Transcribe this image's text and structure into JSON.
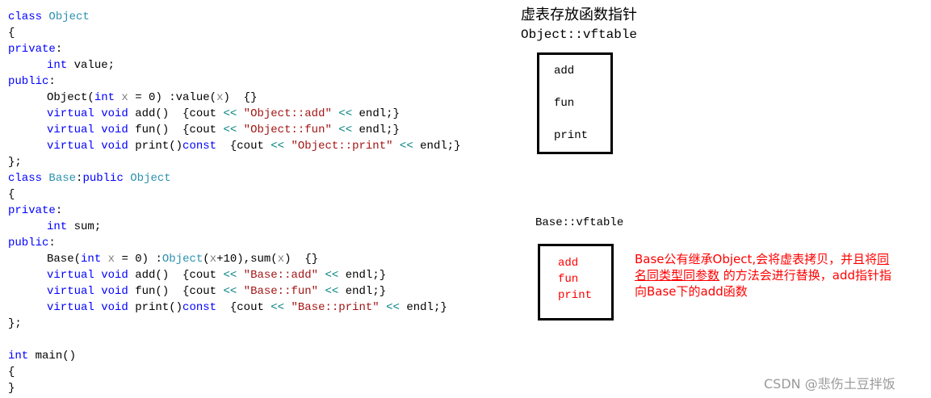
{
  "code_lines": [
    {
      "indent": false,
      "tokens": [
        [
          "kw",
          "class"
        ],
        [
          "ty",
          " Object"
        ]
      ]
    },
    {
      "indent": false,
      "tokens": [
        [
          "tx",
          "{"
        ]
      ]
    },
    {
      "indent": false,
      "tokens": [
        [
          "kw",
          "private"
        ],
        [
          "tx",
          ":"
        ]
      ]
    },
    {
      "indent": true,
      "tokens": [
        [
          "kw",
          "int"
        ],
        [
          "tx",
          " value;"
        ]
      ]
    },
    {
      "indent": false,
      "tokens": [
        [
          "kw",
          "public"
        ],
        [
          "tx",
          ":"
        ]
      ]
    },
    {
      "indent": true,
      "tokens": [
        [
          "tx",
          "Object("
        ],
        [
          "kw",
          "int"
        ],
        [
          "pm",
          " x"
        ],
        [
          "tx",
          " = 0) :value("
        ],
        [
          "pm",
          "x"
        ],
        [
          "tx",
          ")  {}"
        ]
      ]
    },
    {
      "indent": true,
      "tokens": [
        [
          "kw",
          "virtual"
        ],
        [
          "tx",
          " "
        ],
        [
          "kw",
          "void"
        ],
        [
          "tx",
          " add()  {cout "
        ],
        [
          "op",
          "<<"
        ],
        [
          "st",
          " \"Object::add\""
        ],
        [
          "op",
          " <<"
        ],
        [
          "tx",
          " endl;}"
        ]
      ]
    },
    {
      "indent": true,
      "tokens": [
        [
          "kw",
          "virtual"
        ],
        [
          "tx",
          " "
        ],
        [
          "kw",
          "void"
        ],
        [
          "tx",
          " fun()  {cout "
        ],
        [
          "op",
          "<<"
        ],
        [
          "st",
          " \"Object::fun\""
        ],
        [
          "op",
          " <<"
        ],
        [
          "tx",
          " endl;}"
        ]
      ]
    },
    {
      "indent": true,
      "tokens": [
        [
          "kw",
          "virtual"
        ],
        [
          "tx",
          " "
        ],
        [
          "kw",
          "void"
        ],
        [
          "tx",
          " print()"
        ],
        [
          "kw",
          "const"
        ],
        [
          "tx",
          "  {cout "
        ],
        [
          "op",
          "<<"
        ],
        [
          "st",
          " \"Object::print\""
        ],
        [
          "op",
          " <<"
        ],
        [
          "tx",
          " endl;}"
        ]
      ]
    },
    {
      "indent": false,
      "tokens": [
        [
          "tx",
          "};"
        ]
      ]
    },
    {
      "indent": false,
      "tokens": [
        [
          "kw",
          "class"
        ],
        [
          "ty",
          " Base"
        ],
        [
          "tx",
          ":"
        ],
        [
          "kw",
          "public"
        ],
        [
          "ty",
          " Object"
        ]
      ]
    },
    {
      "indent": false,
      "tokens": [
        [
          "tx",
          "{"
        ]
      ]
    },
    {
      "indent": false,
      "tokens": [
        [
          "kw",
          "private"
        ],
        [
          "tx",
          ":"
        ]
      ]
    },
    {
      "indent": true,
      "tokens": [
        [
          "kw",
          "int"
        ],
        [
          "tx",
          " sum;"
        ]
      ]
    },
    {
      "indent": false,
      "tokens": [
        [
          "kw",
          "public"
        ],
        [
          "tx",
          ":"
        ]
      ]
    },
    {
      "indent": true,
      "tokens": [
        [
          "tx",
          "Base("
        ],
        [
          "kw",
          "int"
        ],
        [
          "pm",
          " x"
        ],
        [
          "tx",
          " = 0) :"
        ],
        [
          "ty",
          "Object"
        ],
        [
          "tx",
          "("
        ],
        [
          "pm",
          "x"
        ],
        [
          "tx",
          "+10),sum("
        ],
        [
          "pm",
          "x"
        ],
        [
          "tx",
          ")  {}"
        ]
      ]
    },
    {
      "indent": true,
      "tokens": [
        [
          "kw",
          "virtual"
        ],
        [
          "tx",
          " "
        ],
        [
          "kw",
          "void"
        ],
        [
          "tx",
          " add()  {cout "
        ],
        [
          "op",
          "<<"
        ],
        [
          "st",
          " \"Base::add\""
        ],
        [
          "op",
          " <<"
        ],
        [
          "tx",
          " endl;}"
        ]
      ]
    },
    {
      "indent": true,
      "tokens": [
        [
          "kw",
          "virtual"
        ],
        [
          "tx",
          " "
        ],
        [
          "kw",
          "void"
        ],
        [
          "tx",
          " fun()  {cout "
        ],
        [
          "op",
          "<<"
        ],
        [
          "st",
          " \"Base::fun\""
        ],
        [
          "op",
          " <<"
        ],
        [
          "tx",
          " endl;}"
        ]
      ]
    },
    {
      "indent": true,
      "tokens": [
        [
          "kw",
          "virtual"
        ],
        [
          "tx",
          " "
        ],
        [
          "kw",
          "void"
        ],
        [
          "tx",
          " print()"
        ],
        [
          "kw",
          "const"
        ],
        [
          "tx",
          "  {cout "
        ],
        [
          "op",
          "<<"
        ],
        [
          "st",
          " \"Base::print\""
        ],
        [
          "op",
          " <<"
        ],
        [
          "tx",
          " endl;}"
        ]
      ]
    },
    {
      "indent": false,
      "tokens": [
        [
          "tx",
          "};"
        ]
      ]
    },
    {
      "indent": false,
      "tokens": [
        [
          "tx",
          ""
        ]
      ]
    },
    {
      "indent": false,
      "tokens": [
        [
          "kw",
          "int"
        ],
        [
          "tx",
          " main()"
        ]
      ]
    },
    {
      "indent": false,
      "tokens": [
        [
          "tx",
          "{"
        ]
      ]
    },
    {
      "indent": false,
      "tokens": [
        [
          "tx",
          "}"
        ]
      ]
    }
  ],
  "diagram": {
    "title": "虚表存放函数指针",
    "object_vftable_label": "Object::vftable",
    "object_vftable_items": [
      "add",
      "fun",
      "print"
    ],
    "base_vftable_label": "Base::vftable",
    "base_vftable_items": [
      "add",
      "fun",
      "print"
    ],
    "note_part1": "Base公有继承Object,会将虚表拷贝，并且将",
    "note_underlined": "同名同类型同参数",
    "note_part2": " 的方法会进行替换，add指针指向Base下的add函数"
  },
  "watermark": "CSDN @悲伤土豆拌饭"
}
